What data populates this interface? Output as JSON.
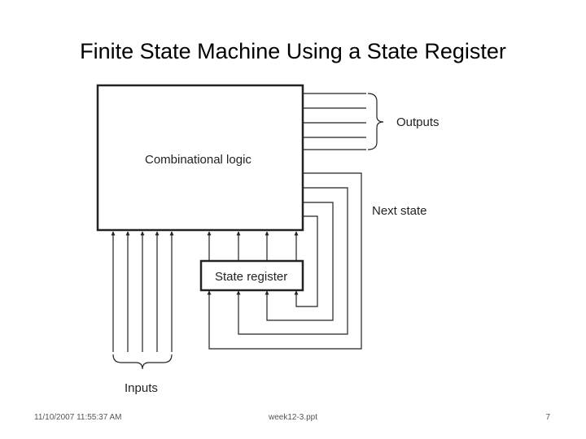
{
  "slide": {
    "title": "Finite State Machine Using a State Register"
  },
  "diagram": {
    "combinational_label": "Combinational logic",
    "register_label": "State register",
    "outputs_label": "Outputs",
    "next_state_label": "Next state",
    "inputs_label": "Inputs"
  },
  "footer": {
    "date": "11/10/2007 11:55:37 AM",
    "file": "week12-3.ppt",
    "page": "7"
  }
}
